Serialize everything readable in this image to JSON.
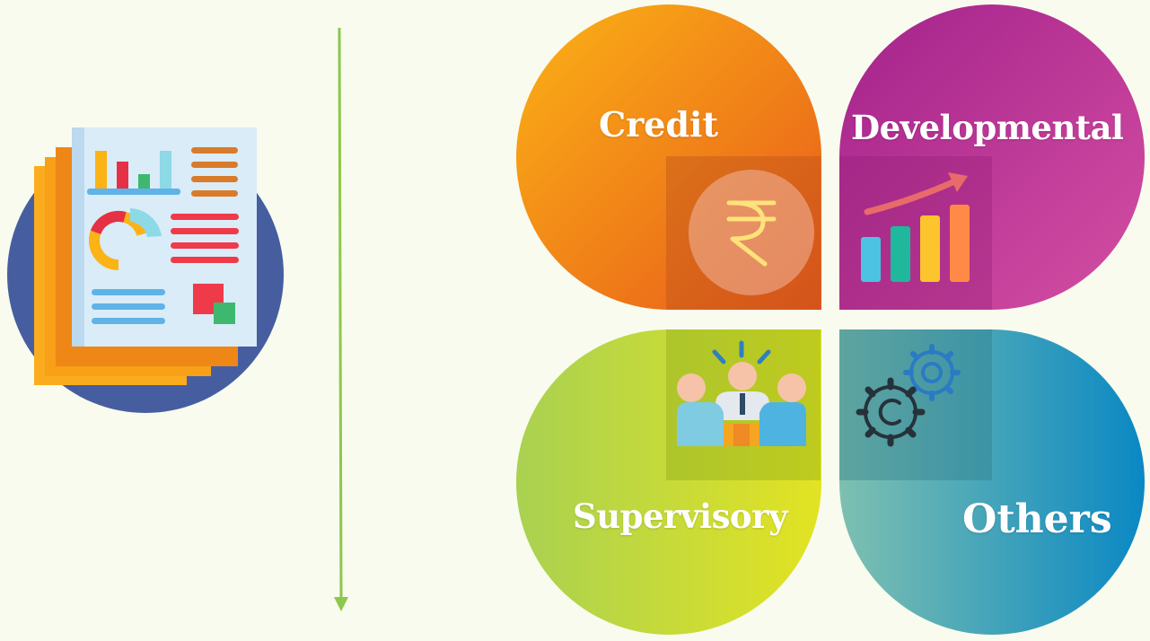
{
  "quadrants": {
    "credit": {
      "label": "Credit",
      "icon": "rupee-icon",
      "color_from": "#fbb316",
      "color_to": "#e8581a"
    },
    "developmental": {
      "label": "Developmental",
      "icon": "growth-chart-icon",
      "color_from": "#a4228c",
      "color_to": "#d44fa2"
    },
    "supervisory": {
      "label": "Supervisory",
      "icon": "team-meeting-icon",
      "color_from": "#a9d151",
      "color_to": "#e3e322"
    },
    "others": {
      "label": "Others",
      "icon": "gears-icon",
      "color_from": "#7ec0b0",
      "color_to": "#0a88c4"
    }
  },
  "illustration": {
    "icon": "report-document-icon"
  },
  "divider": {
    "icon": "down-arrow-icon",
    "color": "#8cc84b"
  },
  "background": "#f8fbee"
}
